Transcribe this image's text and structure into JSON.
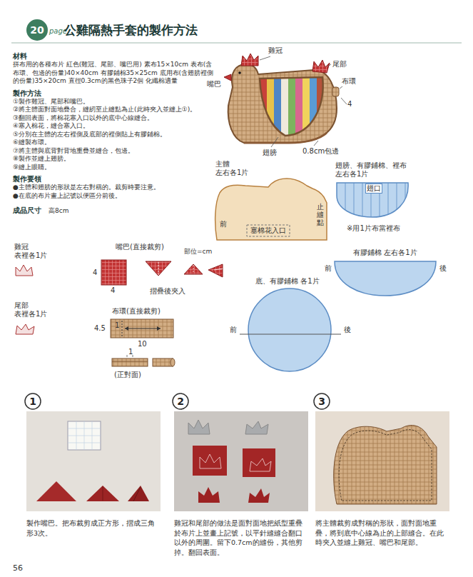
{
  "diagram": {
    "title": "公雞隔熱手套的製作方法",
    "nodes": [
      {
        "text": [
          "主體 左右各1片",
          "前",
          "止縫點",
          "塞棉花入口"
        ]
      },
      {
        "text": [
          "翅膀、有膠鋪棉、裡布 左右各1片",
          "翅口"
        ]
      },
      {
        "text": [
          "有膠鋪棉 左右各1片",
          "前",
          "後"
        ]
      },
      {
        "text": [
          "底、有膠鋪棉 各1片",
          "前",
          "後"
        ]
      },
      {
        "text": [
          "雞冠 表裡各1片"
        ]
      },
      {
        "text": [
          "尾部 表裡各1片"
        ]
      },
      {
        "text": [
          "嘴巴(直接裁剪)"
        ]
      },
      {
        "text": [
          "布環(直接裁剪)",
          "1"
        ]
      },
      {
        "text": [
          "1",
          "製作嘴巴。把布裁剪成正方形，摺成三角形3次。"
        ]
      },
      {
        "text": [
          "2",
          "雞冠和尾部的做法是面對面地把紙型重疊於布片上並畫上記號，以平針縫縫合翻口以外的周圍。留下0.7cm的縫份，其他剪掉。翻回表面。"
        ]
      },
      {
        "text": [
          "3",
          "將主體裁剪成對稱的形狀，面對面地重疊，將到底中心線為止的上部縫合。在此時夾入並縫上雞冠、嘴巴和尾部。"
        ]
      }
    ],
    "labels": [
      "20",
      "page",
      "材料",
      "拼布用的各種布片 紅色(雞冠、尾部、嘴巴用) 素布15×10cm 表布(含布環、包邊的份量)40×40cm 有膠鋪棉35×25cm 底用布(含翅膀裡側的份量)35×20cm 直徑0.3cm的黑色珠子2個 化纖棉適量",
      "製作方法",
      "①製作雞冠、尾部和嘴巴。",
      "②將主體面對面地疊合，縫紉至止縫點為止(此時夾入並縫上①)。",
      "③翻回表面，將棉花塞入口以外的底中心線縫合。",
      "④塞入棉花，縫合塞入口。",
      "⑤分別在主體的左右裡側及底部的裡側貼上有膠鋪棉。",
      "⑥縫製布環。",
      "⑦將主體與底背對背地重疊並縫合，包邊。",
      "⑧製作並縫上翅膀。",
      "⑨縫上眼睛。",
      "製作要領",
      "●主體和翅膀的形狀是左右對稱的。裁剪時要注意。",
      "●在底的布片畫上記號以便區分前後。",
      "成品尺寸",
      "高8cm",
      "雞冠",
      "尾部",
      "嘴巴",
      "布環",
      "4",
      "翅膀",
      "0.8cm包邊",
      "※用1片布當裡布",
      "部位=cm",
      "4",
      "4",
      "摺疊後夾入",
      "4.5",
      "10",
      "1",
      "(正對面)",
      "56"
    ]
  }
}
